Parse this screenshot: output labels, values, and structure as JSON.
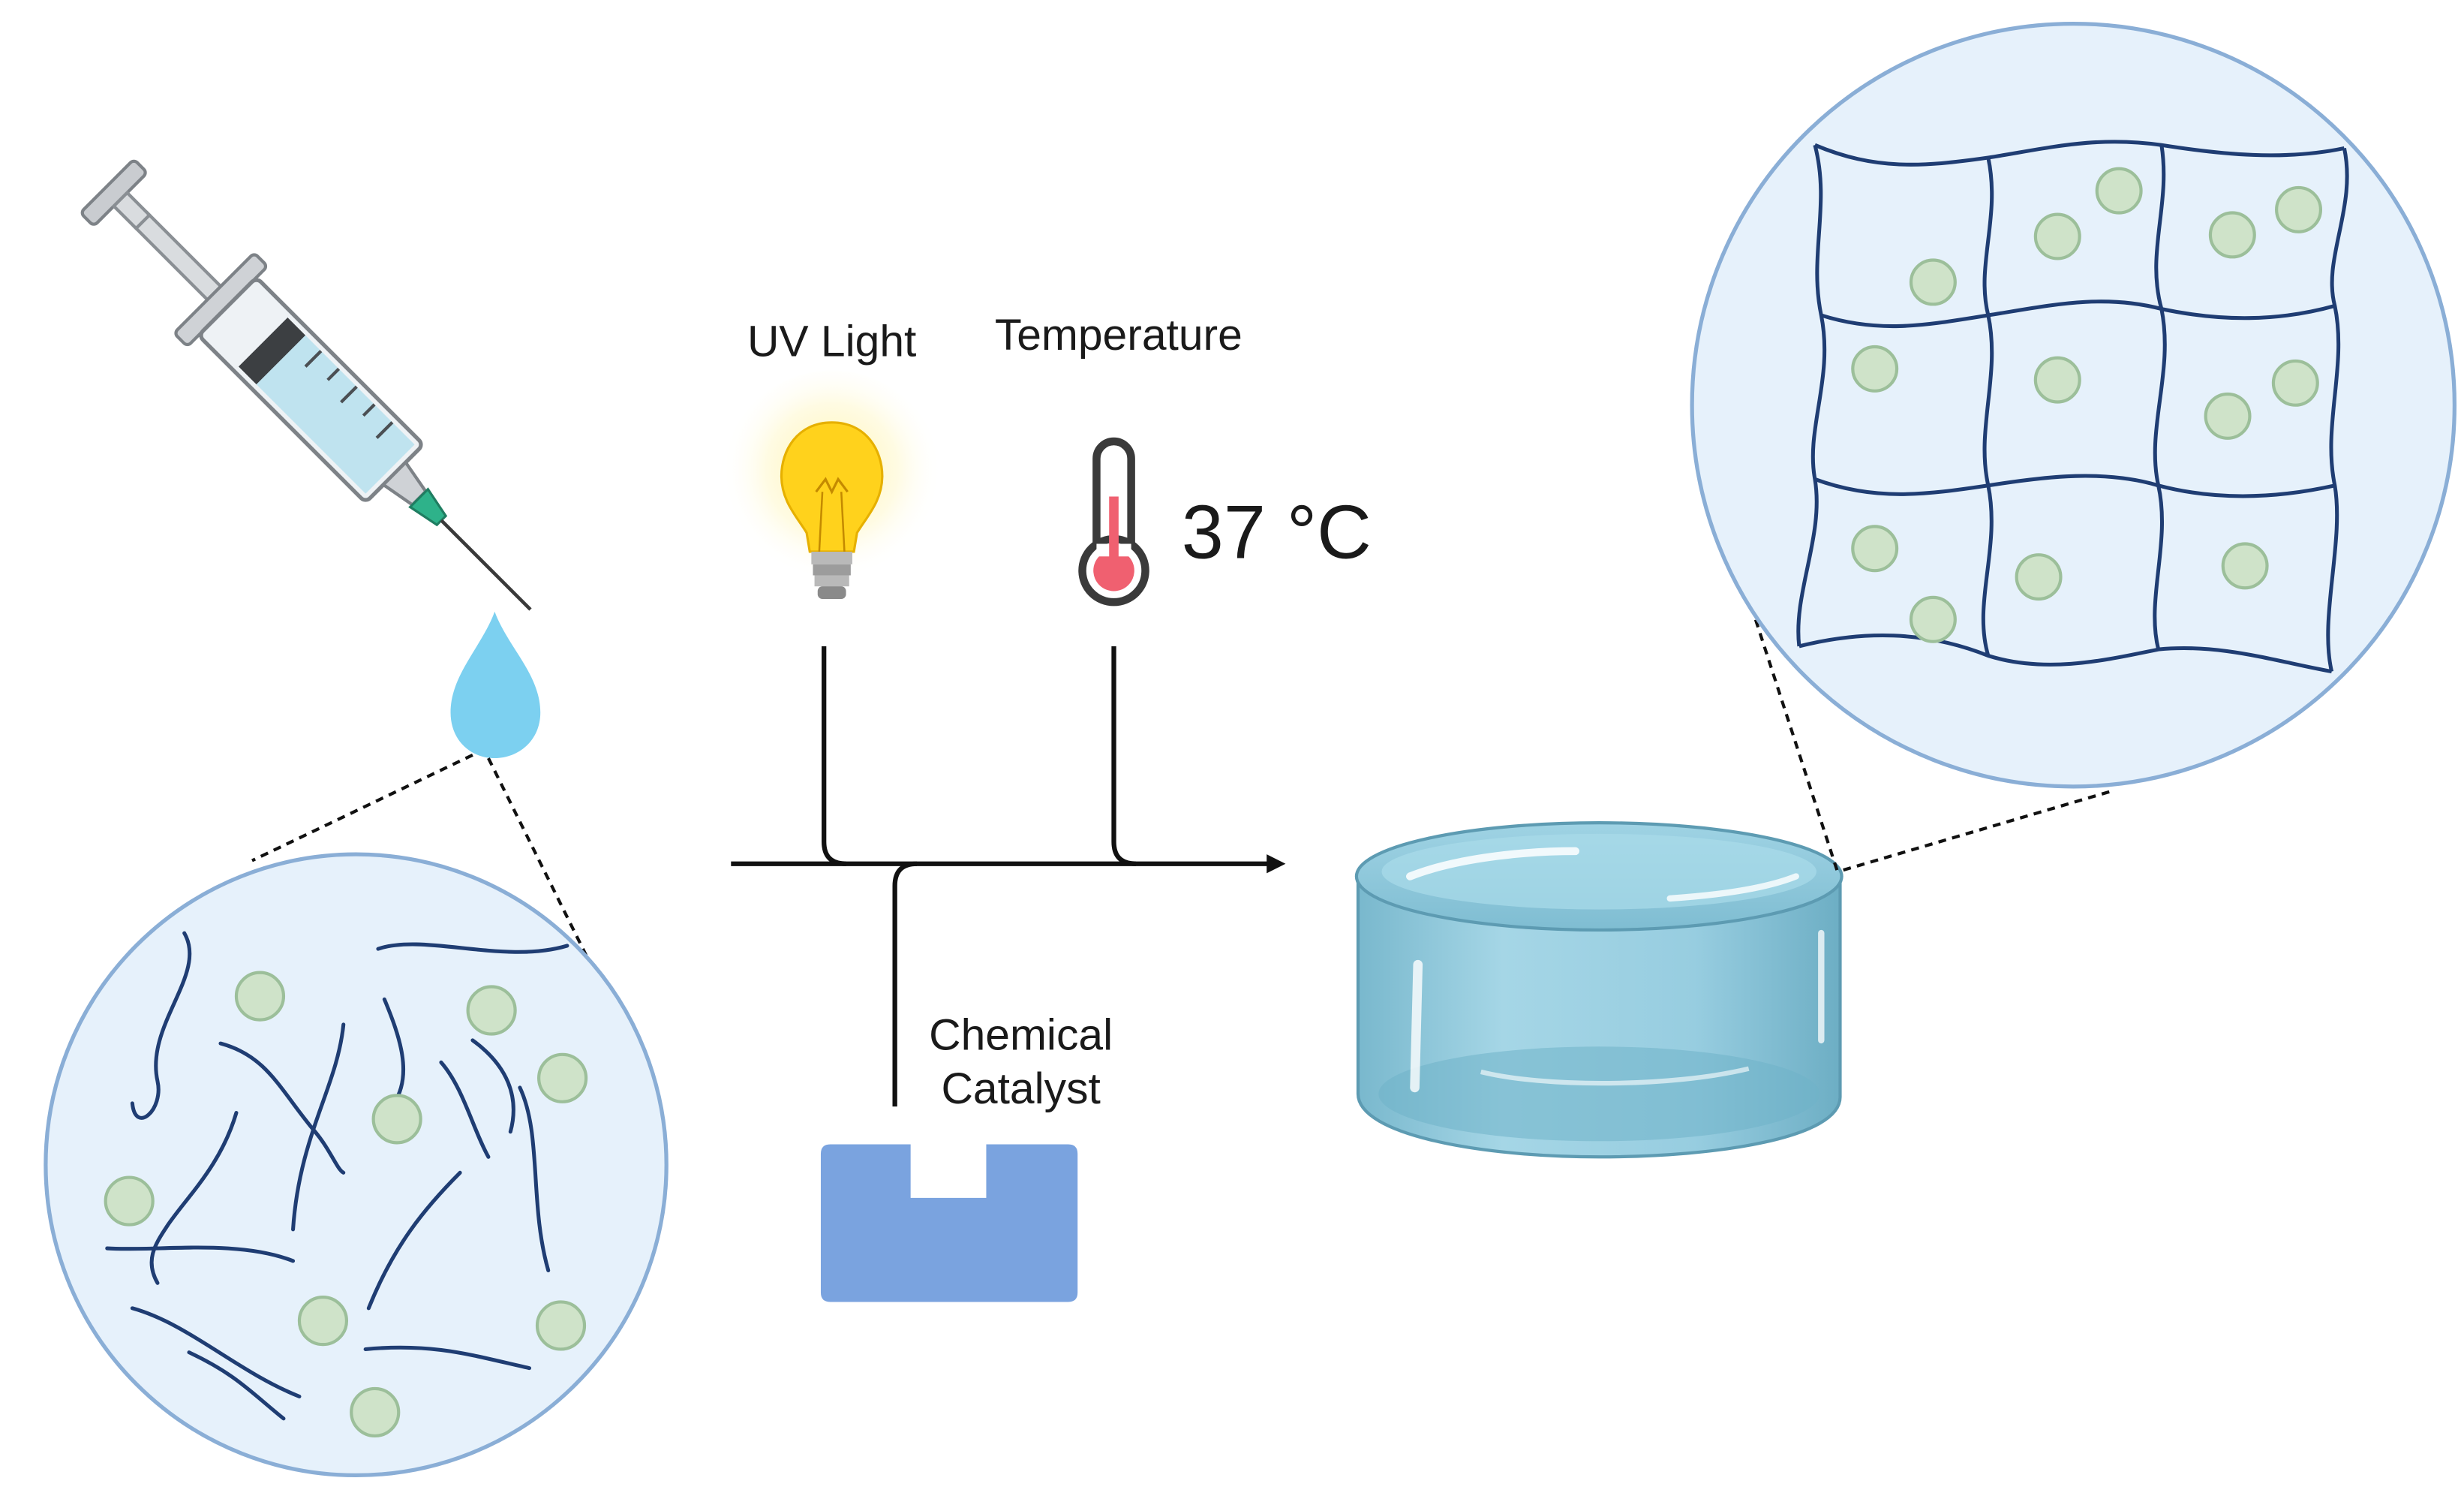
{
  "labels": {
    "uv_light": "UV Light",
    "temperature": "Temperature",
    "temperature_value": "37 °C",
    "chemical_line1": "Chemical",
    "chemical_line2": "Catalyst"
  },
  "icons": {
    "syringe": "syringe-icon",
    "droplet": "droplet-icon",
    "bulb": "light-bulb-icon",
    "thermometer": "thermometer-icon",
    "catalyst": "catalyst-block-icon",
    "hydrogel": "hydrogel-disc-icon"
  },
  "colors": {
    "circle_fill": "#e6f1fb",
    "circle_stroke": "#8aaed6",
    "polymer_strand": "#1f3d73",
    "cell": "#cfe3c9",
    "cell_stroke": "#9cbf9a",
    "droplet": "#7cd0f0",
    "catalyst": "#7aa3df",
    "bulb": "#ffd21c",
    "thermometer_red": "#f06070",
    "hydrogel": "#8cc6da",
    "arrow": "#111111"
  }
}
